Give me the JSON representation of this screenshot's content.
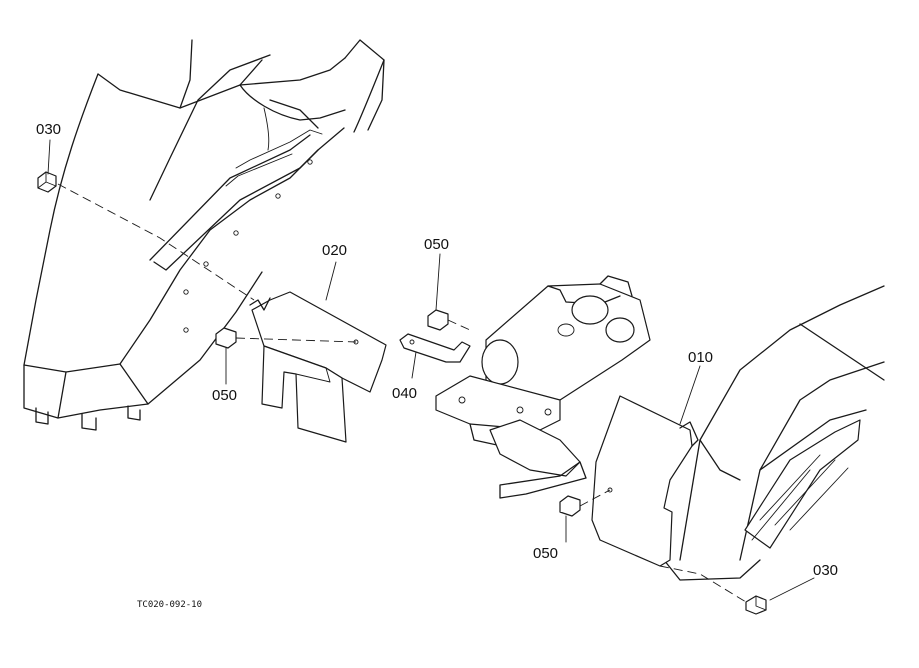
{
  "callouts": {
    "part_030_left": "030",
    "part_020": "020",
    "part_050_top": "050",
    "part_050_left": "050",
    "part_040": "040",
    "part_010": "010",
    "part_050_bottom": "050",
    "part_030_right": "030"
  },
  "figure_ref": "TC020-092-10"
}
